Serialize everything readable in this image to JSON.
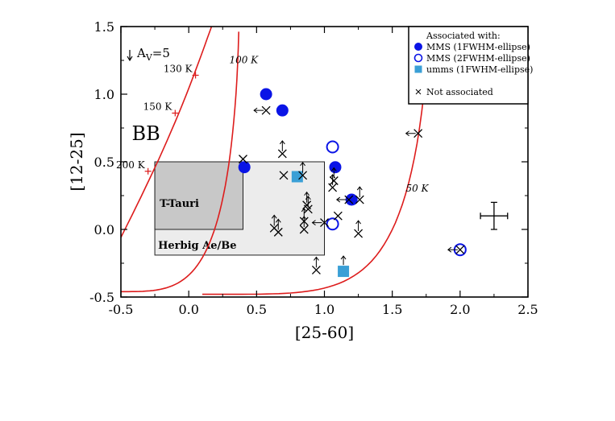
{
  "chart_data": {
    "type": "scatter",
    "title": "",
    "xlabel": "[25-60]",
    "ylabel": "[12-25]",
    "xlim": [
      -0.5,
      2.5
    ],
    "ylim": [
      -0.5,
      1.5
    ],
    "xticks": [
      "-0.5",
      "0.0",
      "0.5",
      "1.0",
      "1.5",
      "2.0",
      "2.5"
    ],
    "yticks": [
      "-0.5",
      "0.0",
      "0.5",
      "1.0",
      "1.5"
    ],
    "grid": false,
    "legend_position": "top-right",
    "legend": {
      "header": "Associated with:",
      "entries": [
        {
          "label": "MMS (1FWHM-ellipse)",
          "marker": "filled-circle",
          "color": "#0a14e6"
        },
        {
          "label": "MMS (2FWHM-ellipse)",
          "marker": "open-circle",
          "color": "#0a14e6"
        },
        {
          "label": "umms (1FWHM-ellipse)",
          "marker": "filled-square",
          "color": "#3a9fd6"
        },
        {
          "label": "Not associated",
          "marker": "cross",
          "color": "#000000"
        }
      ]
    },
    "regions": [
      {
        "label": "Herbig Ae/Be",
        "x": [
          -0.25,
          1.0
        ],
        "y": [
          -0.19,
          0.5
        ],
        "color": "#ececec"
      },
      {
        "label": "T-Tauri",
        "x": [
          -0.25,
          0.4
        ],
        "y": [
          0.0,
          0.5
        ],
        "color": "#c8c8c8"
      }
    ],
    "curves": [
      {
        "label": "100 K",
        "color": "#dd1c1c"
      },
      {
        "label": "50 K",
        "color": "#dd1c1c"
      }
    ],
    "blackbody": {
      "label": "BB",
      "temperature_marks": [
        {
          "label": "130 K",
          "x": 0.05,
          "y": 1.14
        },
        {
          "label": "150 K",
          "x": -0.1,
          "y": 0.86
        },
        {
          "label": "200 K",
          "x": -0.3,
          "y": 0.43
        }
      ]
    },
    "extinction_vector": {
      "label": "A",
      "subscript": "V",
      "value_text": "=5"
    },
    "error_bar": {
      "x": 2.25,
      "y": 0.1,
      "xerr": 0.1,
      "yerr": 0.1
    },
    "series": [
      {
        "name": "MMS (1FWHM-ellipse)",
        "marker": "filled-circle",
        "points": [
          [
            0.41,
            0.46
          ],
          [
            0.57,
            1.0
          ],
          [
            0.69,
            0.88
          ],
          [
            1.08,
            0.46
          ],
          [
            1.2,
            0.22
          ]
        ]
      },
      {
        "name": "MMS (2FWHM-ellipse)",
        "marker": "open-circle",
        "points": [
          [
            1.06,
            0.61
          ],
          [
            1.06,
            0.04
          ],
          [
            2.0,
            -0.15
          ]
        ]
      },
      {
        "name": "umms (1FWHM-ellipse)",
        "marker": "filled-square",
        "points": [
          [
            0.8,
            0.39
          ],
          [
            1.14,
            -0.31
          ]
        ]
      },
      {
        "name": "Not associated",
        "marker": "cross",
        "points": [
          {
            "x": 0.4,
            "y": 0.52
          },
          {
            "x": 0.57,
            "y": 0.88,
            "limit": "left"
          },
          {
            "x": 0.7,
            "y": 0.4
          },
          {
            "x": 0.69,
            "y": 0.56,
            "limit": "up"
          },
          {
            "x": 0.63,
            "y": 0.01,
            "limit": "up"
          },
          {
            "x": 0.66,
            "y": -0.02,
            "limit": "up"
          },
          {
            "x": 0.84,
            "y": 0.4,
            "limit": "up"
          },
          {
            "x": 0.87,
            "y": 0.18,
            "limit": "up"
          },
          {
            "x": 0.88,
            "y": 0.15,
            "limit": "up"
          },
          {
            "x": 0.85,
            "y": 0.06,
            "limit": "up"
          },
          {
            "x": 0.85,
            "y": 0.0,
            "limit": "up"
          },
          {
            "x": 0.94,
            "y": -0.3,
            "limit": "up"
          },
          {
            "x": 1.06,
            "y": 0.31,
            "limit": "up"
          },
          {
            "x": 1.07,
            "y": 0.36,
            "limit": "up"
          },
          {
            "x": 1.0,
            "y": 0.05,
            "limit": "left"
          },
          {
            "x": 1.1,
            "y": 0.1
          },
          {
            "x": 1.18,
            "y": 0.22,
            "limit": "left"
          },
          {
            "x": 1.26,
            "y": 0.22,
            "limit": "up"
          },
          {
            "x": 1.25,
            "y": -0.03,
            "limit": "up"
          },
          {
            "x": 1.69,
            "y": 0.71,
            "limit": "left"
          },
          {
            "x": 2.0,
            "y": -0.15,
            "limit": "left"
          }
        ]
      }
    ]
  }
}
